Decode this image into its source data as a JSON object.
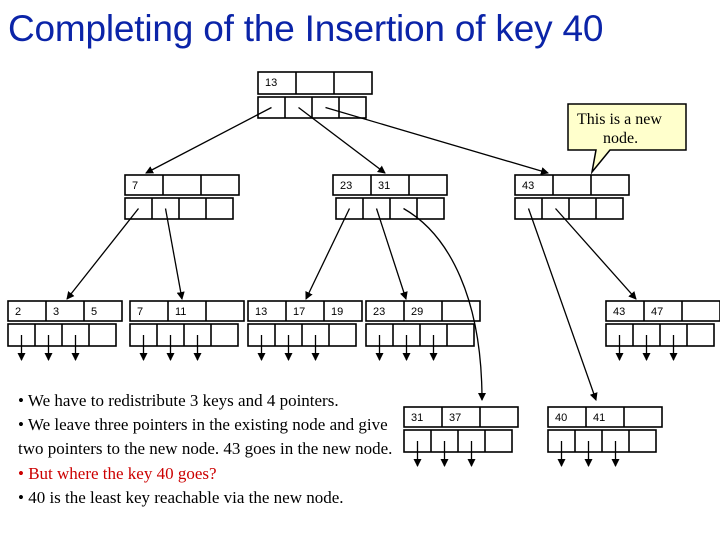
{
  "title": "Completing of the Insertion of key 40",
  "callout": {
    "lines": [
      "This is a new",
      "node."
    ],
    "fill": "#ffffcc"
  },
  "nodes": {
    "root": {
      "keys": [
        "13",
        "",
        ""
      ]
    },
    "inner_left": {
      "keys": [
        "7",
        "",
        ""
      ]
    },
    "inner_mid": {
      "keys": [
        "23",
        "31",
        ""
      ]
    },
    "inner_new": {
      "keys": [
        "43",
        "",
        ""
      ]
    },
    "leaf_a": {
      "keys": [
        "2",
        "3",
        "5"
      ]
    },
    "leaf_b": {
      "keys": [
        "7",
        "11",
        ""
      ]
    },
    "leaf_c": {
      "keys": [
        "13",
        "17",
        "19"
      ]
    },
    "leaf_d": {
      "keys": [
        "23",
        "29",
        ""
      ]
    },
    "leaf_e": {
      "keys": [
        "31",
        "37",
        ""
      ]
    },
    "leaf_f": {
      "keys": [
        "40",
        "41",
        ""
      ]
    },
    "leaf_g": {
      "keys": [
        "43",
        "47",
        ""
      ]
    }
  },
  "bullets": [
    {
      "text": "• We have to redistribute 3 keys and 4 pointers.",
      "highlight": false
    },
    {
      "text": "• We leave three pointers in the existing node and give two pointers to the new node. 43 goes in the new node.",
      "highlight": false
    },
    {
      "text": "• But where the key 40 goes?",
      "highlight": true
    },
    {
      "text": "• 40 is the least key reachable via the new node.",
      "highlight": false
    }
  ],
  "colors": {
    "title": "#0b24a8",
    "highlight": "#cc0000"
  }
}
